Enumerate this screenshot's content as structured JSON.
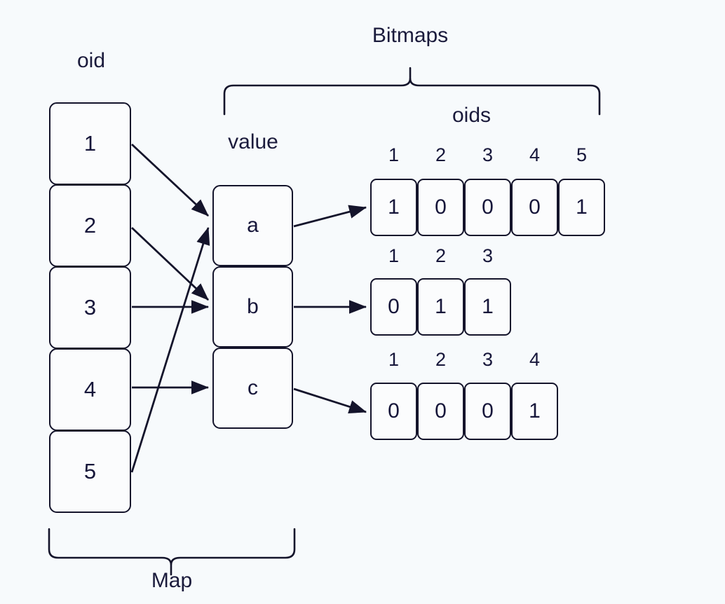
{
  "diagram": {
    "title_labels": {
      "oid": "oid",
      "value": "value",
      "bitmaps": "Bitmaps",
      "oids": "oids",
      "map": "Map"
    },
    "oid_column": {
      "header": "oid",
      "items": [
        {
          "label": "1"
        },
        {
          "label": "2"
        },
        {
          "label": "3"
        },
        {
          "label": "4"
        },
        {
          "label": "5"
        }
      ]
    },
    "value_column": {
      "header": "value",
      "items": [
        {
          "label": "a"
        },
        {
          "label": "b"
        },
        {
          "label": "c"
        }
      ]
    },
    "bitmaps": {
      "header": "Bitmaps",
      "index_header": "oids",
      "rows": [
        {
          "value": "a",
          "headers": [
            "1",
            "2",
            "3",
            "4",
            "5"
          ],
          "bits": [
            "1",
            "0",
            "0",
            "0",
            "1"
          ]
        },
        {
          "value": "b",
          "headers": [
            "1",
            "2",
            "3"
          ],
          "bits": [
            "0",
            "1",
            "1"
          ]
        },
        {
          "value": "c",
          "headers": [
            "1",
            "2",
            "3",
            "4"
          ],
          "bits": [
            "0",
            "0",
            "0",
            "1"
          ]
        }
      ]
    },
    "mappings": [
      {
        "from": "1",
        "to": "a"
      },
      {
        "from": "2",
        "to": "b"
      },
      {
        "from": "3",
        "to": "b"
      },
      {
        "from": "4",
        "to": "c"
      },
      {
        "from": "5",
        "to": "a"
      }
    ],
    "colors": {
      "background": "#f7fafc",
      "box_fill": "#fbfcfd",
      "stroke": "#14142b",
      "text": "#16163a"
    }
  }
}
